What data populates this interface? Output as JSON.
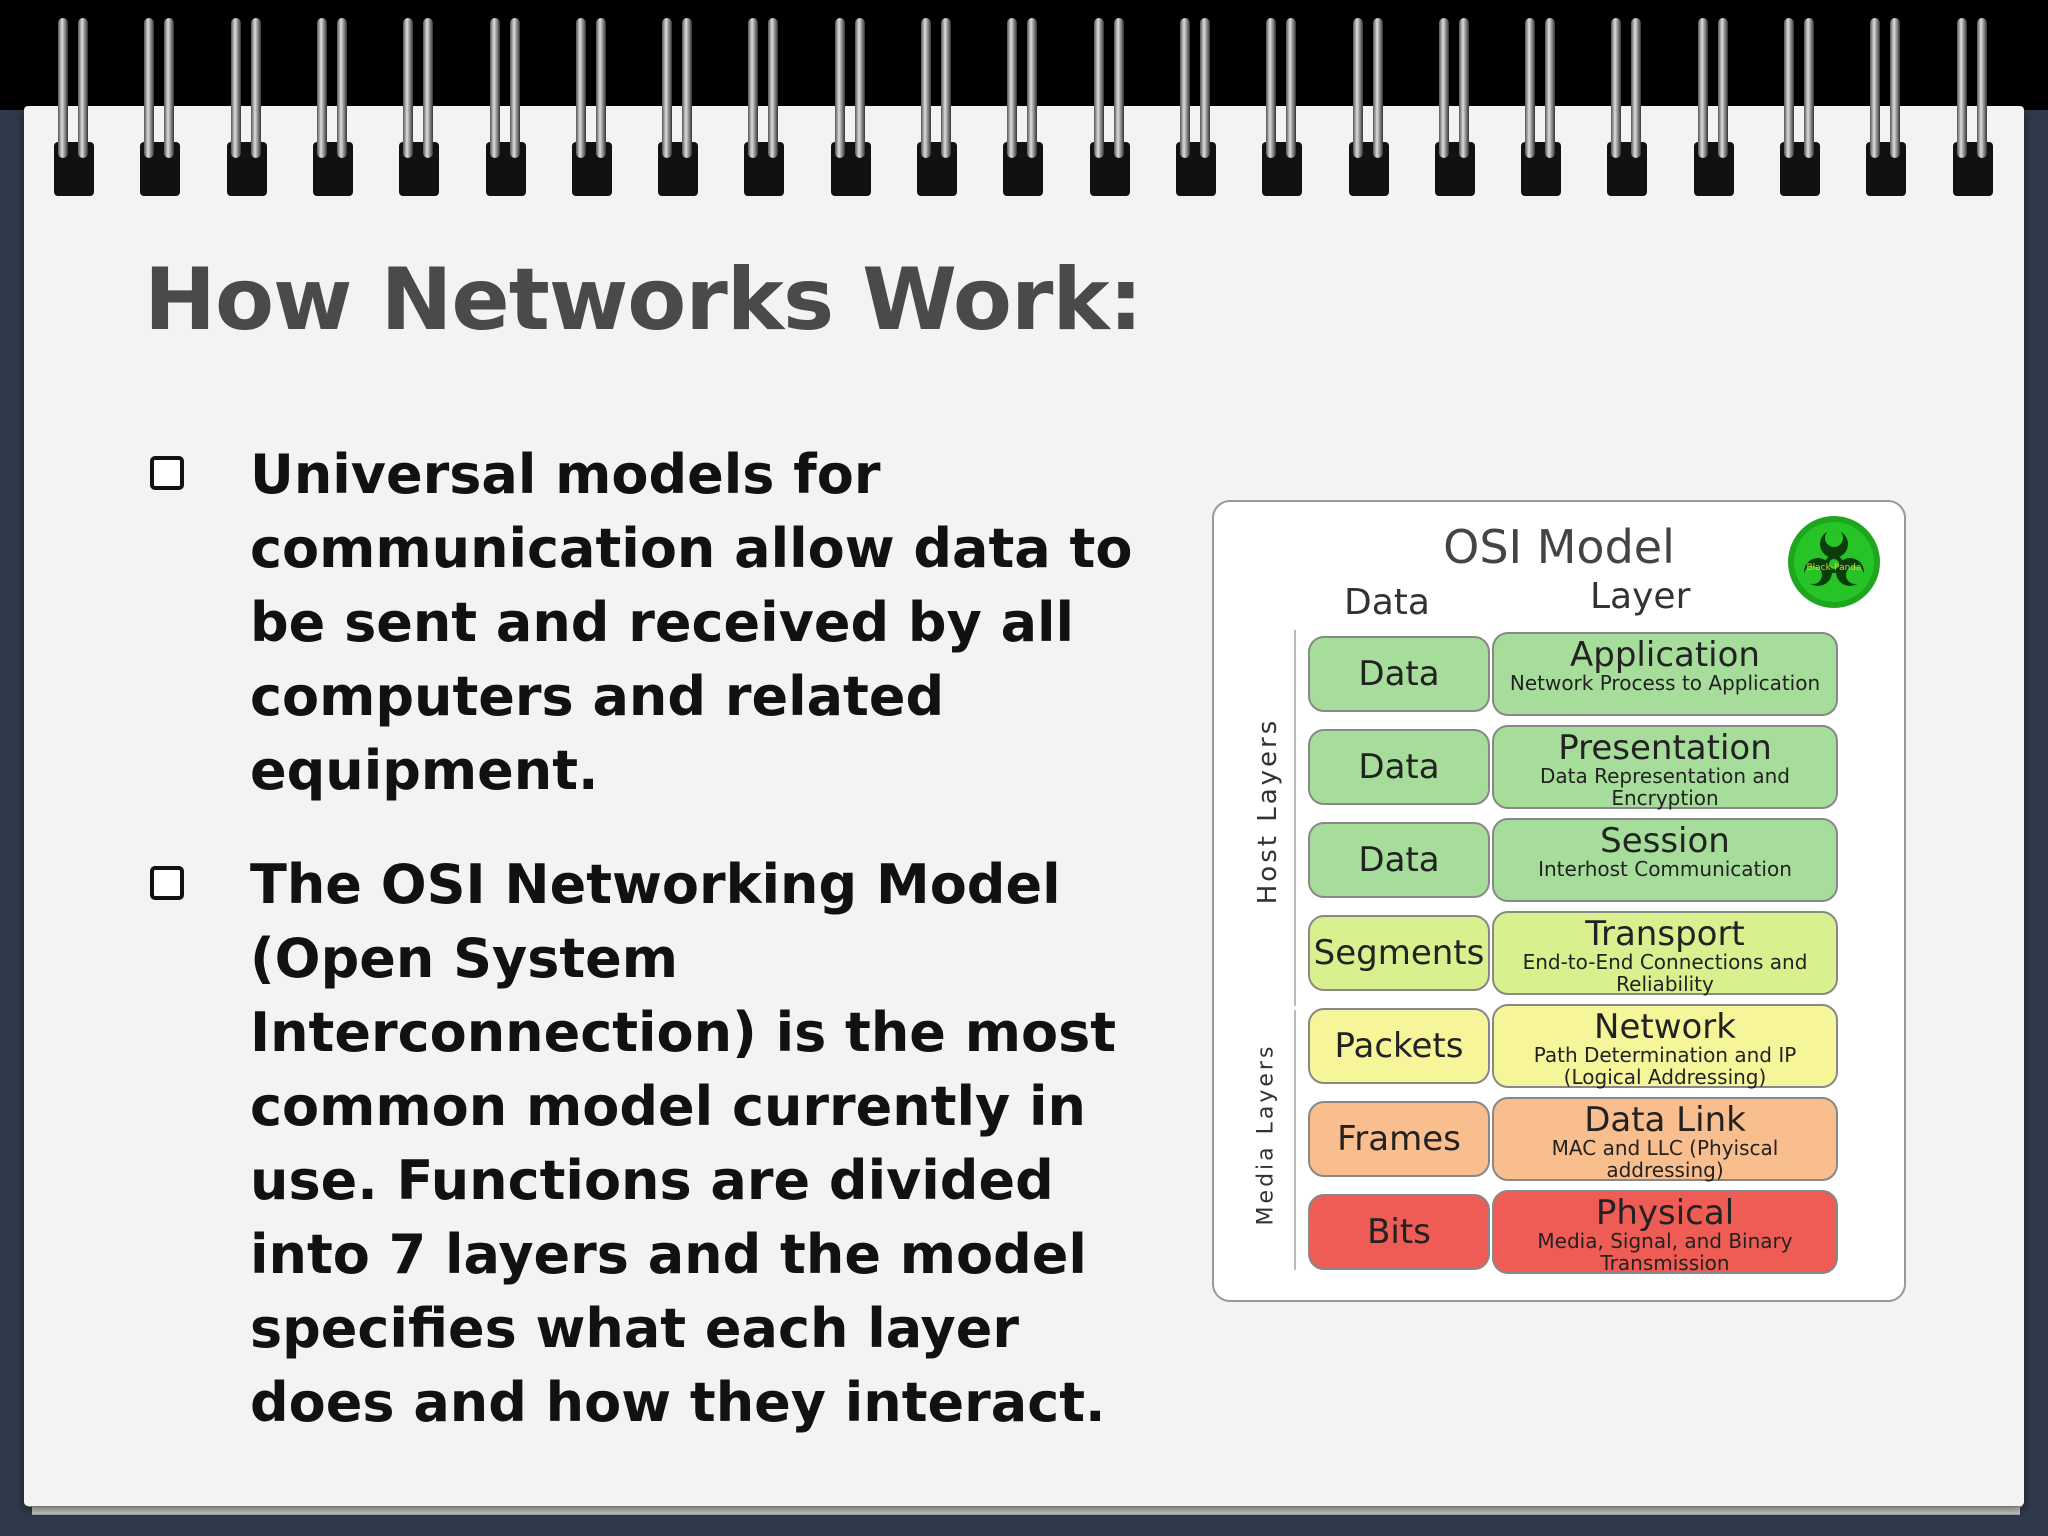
{
  "slide": {
    "title": "How Networks Work:",
    "bullets": [
      "Universal models for communication allow data to be sent and received by all computers and related equipment.",
      "The OSI Networking Model (Open System Interconnection) is the most common model currently in use. Functions are divided into 7 layers and the model specifies what each layer does and how they interact."
    ]
  },
  "figure": {
    "title": "OSI Model",
    "column_headers": {
      "data": "Data",
      "layer": "Layer"
    },
    "group_labels": {
      "host": "Host Layers",
      "media": "Media Layers"
    },
    "logo_text": "Black-Panda",
    "rows": [
      {
        "data": "Data",
        "layer": "Application",
        "desc": "Network Process to Application",
        "color": "#a6dd9a"
      },
      {
        "data": "Data",
        "layer": "Presentation",
        "desc": "Data Representation and Encryption",
        "color": "#a6dd9a"
      },
      {
        "data": "Data",
        "layer": "Session",
        "desc": "Interhost Communication",
        "color": "#a6dd9a"
      },
      {
        "data": "Segments",
        "layer": "Transport",
        "desc": "End-to-End Connections and Reliability",
        "color": "#d8f08e"
      },
      {
        "data": "Packets",
        "layer": "Network",
        "desc": "Path Determination and IP (Logical Addressing)",
        "color": "#f7f59a"
      },
      {
        "data": "Frames",
        "layer": "Data Link",
        "desc": "MAC and LLC (Phyiscal addressing)",
        "color": "#f9be8e"
      },
      {
        "data": "Bits",
        "layer": "Physical",
        "desc": "Media, Signal, and Binary Transmission",
        "color": "#ef5c55"
      }
    ]
  }
}
